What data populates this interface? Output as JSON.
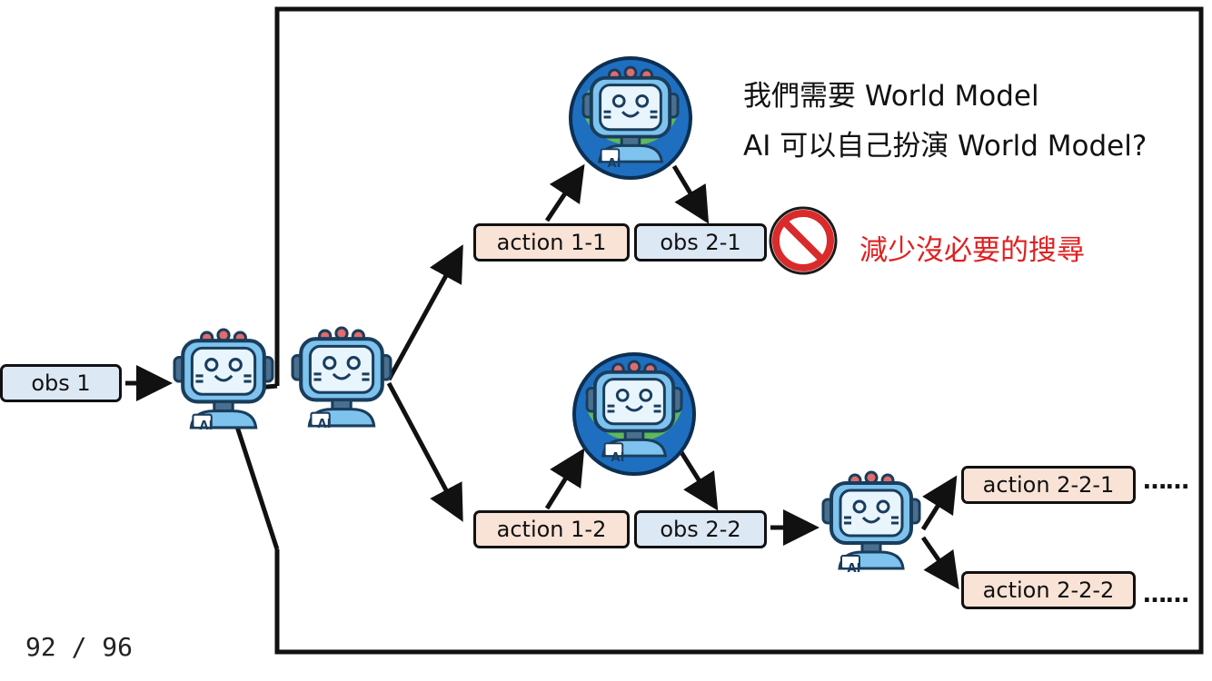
{
  "nodes": {
    "obs_1": "obs 1",
    "action_1_1": "action 1-1",
    "obs_2_1": "obs 2-1",
    "action_1_2": "action 1-2",
    "obs_2_2": "obs 2-2",
    "action_2_2_1": "action 2-2-1",
    "action_2_2_2": "action 2-2-2",
    "continuation": "……"
  },
  "notes": {
    "line1": "我們需要 World Model",
    "line2": "AI 可以自己扮演 World Model?",
    "reduce_search": "減少沒必要的搜尋"
  },
  "robot_badge": "AI",
  "icons": [
    "robot-icon",
    "world-model-robot-icon",
    "prohibited-icon",
    "arrow-icon"
  ],
  "colors": {
    "obs_fill": "#dde8f5",
    "action_fill": "#f9e3d6",
    "warning_text": "#e02020",
    "robot_body": "#7ec3ee",
    "globe_ocean": "#1f6fc0",
    "globe_land": "#5fb85a"
  },
  "page": {
    "current": "92",
    "separator": "/",
    "total": "96"
  }
}
